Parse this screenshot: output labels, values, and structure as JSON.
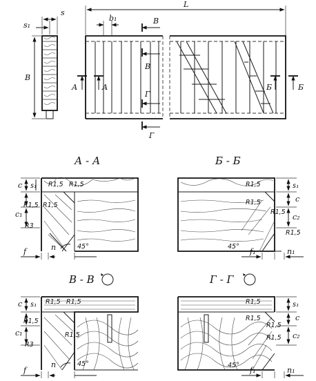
{
  "dims": {
    "L": "L",
    "B": "B",
    "s": "s",
    "s1": "s₁",
    "b1": "b₁",
    "c": "c",
    "c1": "c₁",
    "c2": "c₂",
    "f": "f",
    "f1": "f₁",
    "n": "n",
    "n1": "n₁",
    "R15": "R1,5",
    "R3": "R3",
    "angle": "45°"
  },
  "cuts": {
    "A": "А",
    "B": "Б",
    "V": "В",
    "G": "Г"
  },
  "sections": {
    "aa": "А - А",
    "bb": "Б - Б",
    "vv": "В - В",
    "gg": "Г - Г"
  }
}
